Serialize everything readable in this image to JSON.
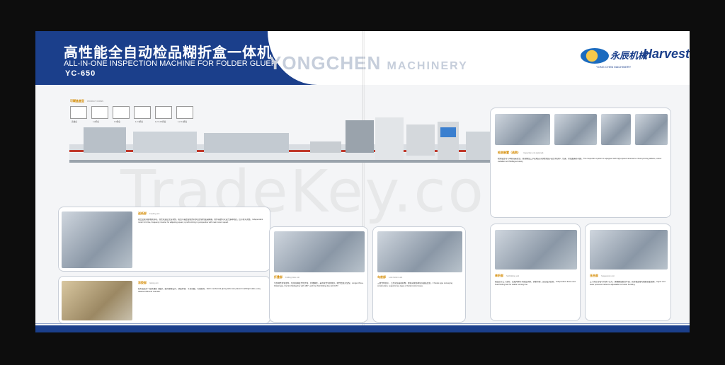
{
  "header": {
    "title_zh": "高性能全自动检品糊折盒一体机",
    "title_en": "ALL-IN-ONE INSPECTION MACHINE FOR FOLDER GLUER",
    "model": "YC-650",
    "brand_watermark": "YONGCHEN",
    "brand_watermark_suffix": "MACHINERY"
  },
  "logos": {
    "company_cn": "永辰机械",
    "company_en": "YONG CHEN MACHINERY",
    "partner": "Harvest"
  },
  "watermark": "TradeKey.com",
  "product_forms": {
    "label_zh": "可糊盒盒型",
    "label_en": "PRODUCT FORMS",
    "items": [
      "直线盒",
      "1.2折盒",
      "3.4折盒",
      "1.2.3折盒",
      "1.2.3.4.6折盒",
      "1.2.3.4折盒"
    ]
  },
  "sections": {
    "feeding": {
      "title": "送纸部",
      "subtitle": "Feeding unit",
      "text": "独立变频伺服电机驱动，在长机速度无需调整，吸纸与输送辊轮的同步度的调控极其精确，附件系统可以适合多种材质，皮带轮可调整。Independent motor for drive, frequency inverter for adjusting speed, synchronizing in perspective with main motor speed."
    },
    "gluing": {
      "title": "涂胶部",
      "subtitle": "Gluing unit",
      "text": "配有左右手一套机械式下胶部，组合独特设计，调速方便，不易甩胶，可靠耐用。Each mechanical gluing tanks are placed in left/right sides, easy disassemble and maintain."
    },
    "folding": {
      "title": "折叠部",
      "subtitle": "Folding hook unit",
      "text": "全部钩式折叠部件，使用高精度分线大轮，折线精准，采用延长型折叠部，能作出复杂盒型。Longer three-folded type, the first folding line with 180°, and the third folding line with 135°."
    },
    "lock_bottom": {
      "title": "勾底部",
      "subtitle": "Lock bottom unit",
      "text": "三组式勾盒带，上部安装辅助机构，能够完成各种复杂锁底盒型。3 hooks type conveying construction, supports two types of bottom lock boxes."
    },
    "inspection": {
      "title": "检测装置（选购）",
      "subtitle": "Inspection unit (optional)",
      "text": "检测装置可与本机完美配合，能在糊盒工序完成后自动检测盒子是否有缺印、色差、折痕偏差等问题。The inspection system is equipped with high-speed cameras to check printing defects, colour variation and folding accuracy."
    },
    "self_folding": {
      "title": "单折部",
      "subtitle": "Self-folding unit",
      "text": "独立皮带上下部分，左右两侧可以独立调整，调整方便，适应更多盒型。Independent frame and fixed folding belt for stable running line."
    },
    "suspension": {
      "title": "压合部",
      "subtitle": "Suspension unit",
      "text": "上下的压合辊可以调节压力，确保糊盒粘合牢固，延长输送线可根据需要选购。Upper and lower pressure belts are adjustable for better bonding."
    }
  },
  "colors": {
    "brand_blue": "#1b3f8b",
    "accent_orange": "#d48a00",
    "machine_red": "#c0392b"
  }
}
